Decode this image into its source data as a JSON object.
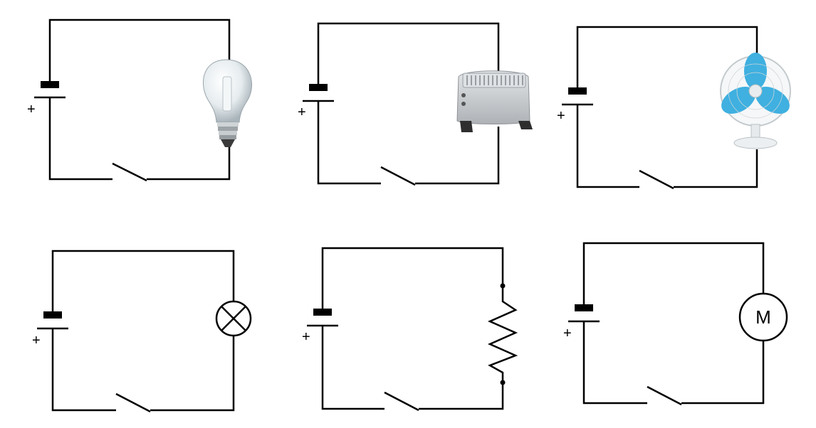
{
  "circuits": [
    {
      "device": "light-bulb",
      "plus_label": "+"
    },
    {
      "device": "convector-heater",
      "plus_label": "+"
    },
    {
      "device": "desk-fan",
      "plus_label": "+"
    },
    {
      "device": "lamp-symbol",
      "plus_label": "+"
    },
    {
      "device": "resistor-symbol",
      "plus_label": "+"
    },
    {
      "device": "motor-symbol",
      "plus_label": "+",
      "symbol_label": "M"
    }
  ],
  "colors": {
    "wire": "#000000",
    "fan_blue": "#3fb0e0",
    "heater_gray": "#c9ccd0",
    "bulb_glass": "#e6ecef"
  }
}
